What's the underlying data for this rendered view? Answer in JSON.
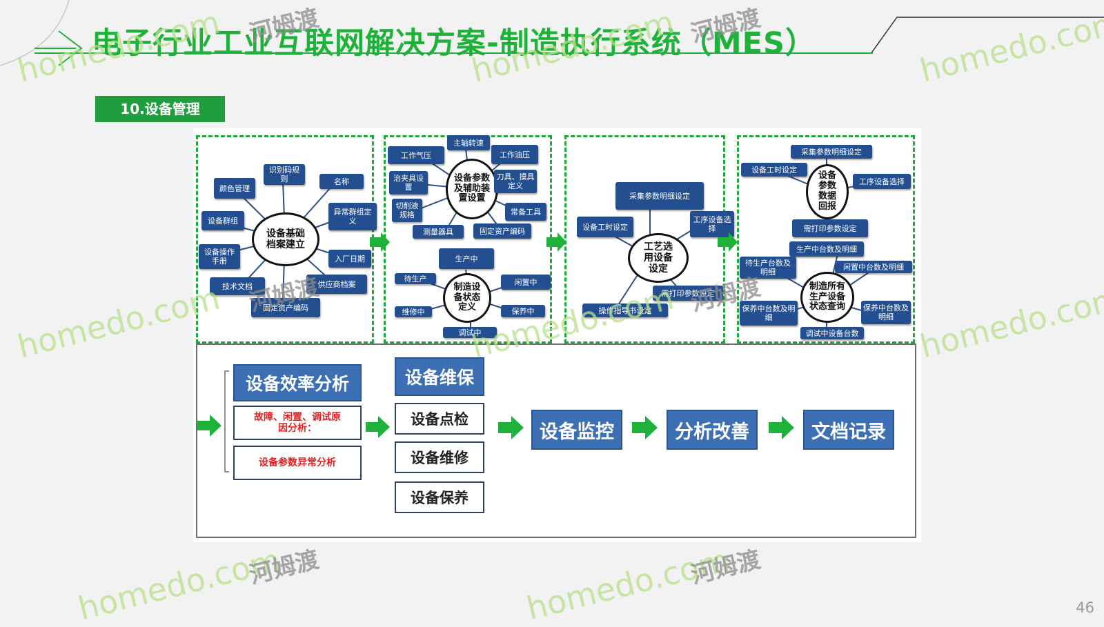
{
  "title": "电子行业工业互联网解决方案-制造执行系统（MES）",
  "section_label": "10.设备管理",
  "page_number": "46",
  "watermark": {
    "logo_text": "homedo.com",
    "cn_text": "河姆渡"
  },
  "colors": {
    "accent_green": "#1fb23b",
    "box_blue": "#234f91",
    "big_blue": "#3d6fb4",
    "alert_red": "#e02020"
  },
  "diagram": {
    "cluster1": {
      "hub": "设备基础档案建立",
      "nodes": [
        "颜色管理",
        "识别码规则",
        "名称",
        "设备群组",
        "异常群组定义",
        "设备操作手册",
        "入厂日期",
        "技术文档",
        "供应商档案",
        "固定资产编码"
      ]
    },
    "cluster2": {
      "hub": "设备参数及辅助装置设置",
      "nodes": [
        "主轴转速",
        "工作气压",
        "工作油压",
        "治夹具设置",
        "刀具、摸具定义",
        "切削液规格",
        "常备工具",
        "测量器具",
        "固定资产编码"
      ]
    },
    "cluster3": {
      "hub": "制造设备状态定义",
      "nodes": [
        "生产中",
        "待生产",
        "闲置中",
        "维修中",
        "保养中",
        "调试中"
      ]
    },
    "cluster4": {
      "hub": "工艺选用设备设定",
      "nodes": [
        "采集参数明细设定",
        "设备工时设定",
        "工序设备选择",
        "需打印参数设定",
        "操作指导书设定"
      ]
    },
    "cluster5": {
      "hub": "设备参数数据回报",
      "nodes": [
        "采集参数明细设定",
        "设备工时设定",
        "工序设备选择",
        "需打印参数设定"
      ]
    },
    "cluster6": {
      "hub": "制造所有生产设备状态查询",
      "nodes": [
        "生产中台数及明细",
        "待生产台数及明细",
        "闲置中台数及明细",
        "保养中台数及明细",
        "保养中台数及明细",
        "调试中设备台数"
      ]
    },
    "bottom": {
      "efficiency_title": "设备效率分析",
      "efficiency_items": [
        "故障、闲置、调试原因分析：",
        "设备参数异常分析"
      ],
      "maintenance_title": "设备维保",
      "maintenance_items": [
        "设备点检",
        "设备维修",
        "设备保养"
      ],
      "flow": [
        "设备监控",
        "分析改善",
        "文档记录"
      ]
    }
  }
}
